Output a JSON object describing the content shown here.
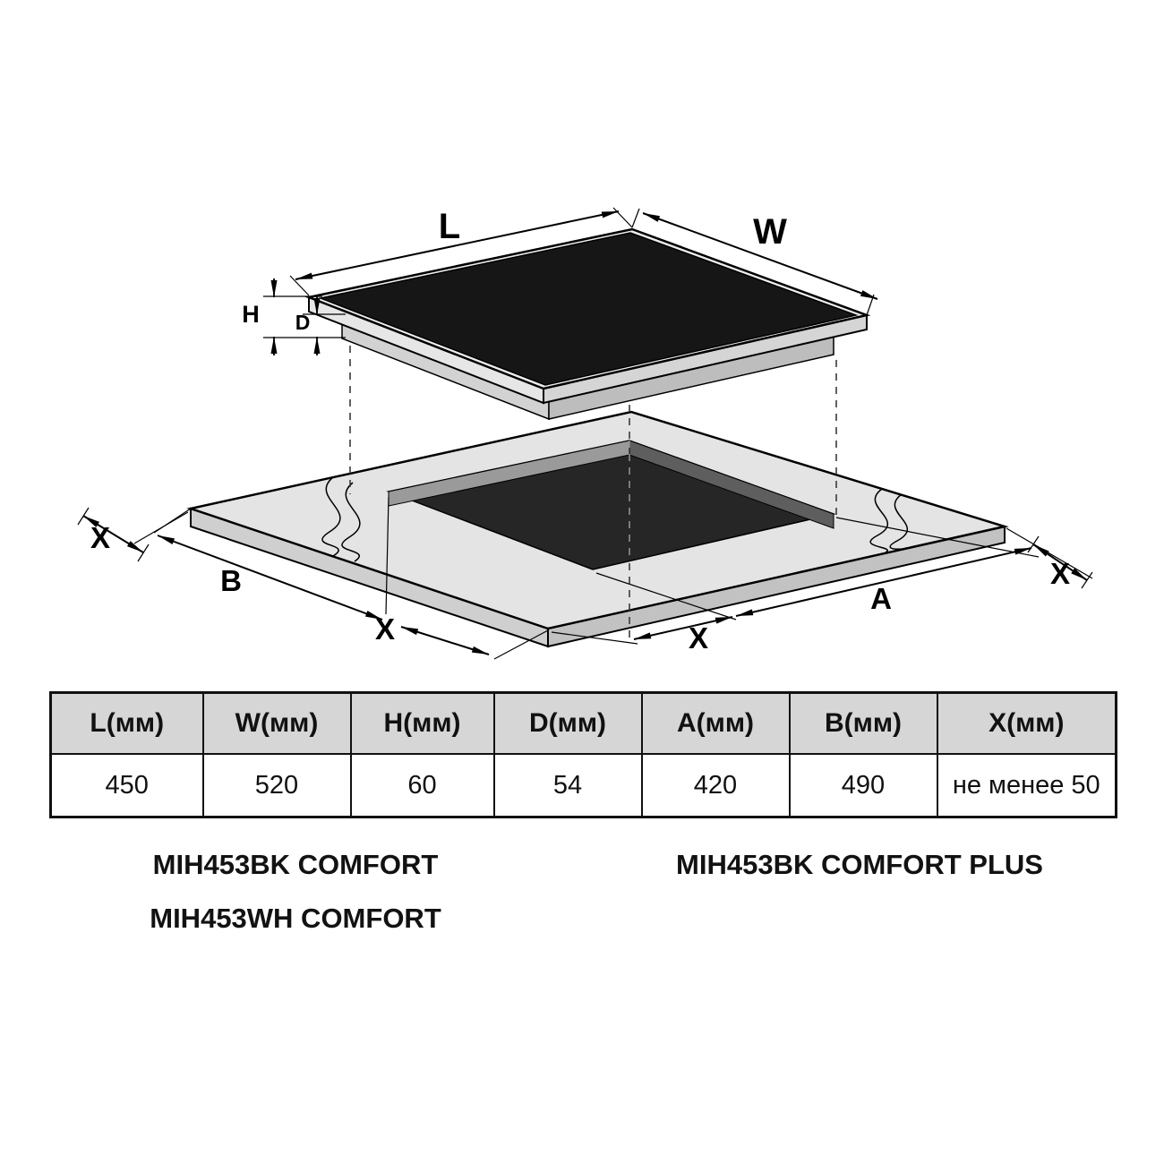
{
  "drawing": {
    "labels": {
      "L": "L",
      "W": "W",
      "H": "H",
      "D": "D",
      "A": "A",
      "B": "B",
      "X": "X"
    }
  },
  "table": {
    "headers": [
      "L(мм)",
      "W(мм)",
      "H(мм)",
      "D(мм)",
      "A(мм)",
      "B(мм)",
      "X(мм)"
    ],
    "values": [
      "450",
      "520",
      "60",
      "54",
      "420",
      "490",
      "не менее 50"
    ]
  },
  "models": {
    "left": [
      "MIH453BK COMFORT",
      "MIH453WH COMFORT"
    ],
    "right": [
      "MIH453BK COMFORT PLUS"
    ]
  },
  "colors": {
    "glass": "#161616",
    "hob_rim": "#ededed",
    "counter": "#e4e4e4",
    "cutout": "#262626",
    "table_header_bg": "#d6d6d6",
    "line": "#000000"
  }
}
